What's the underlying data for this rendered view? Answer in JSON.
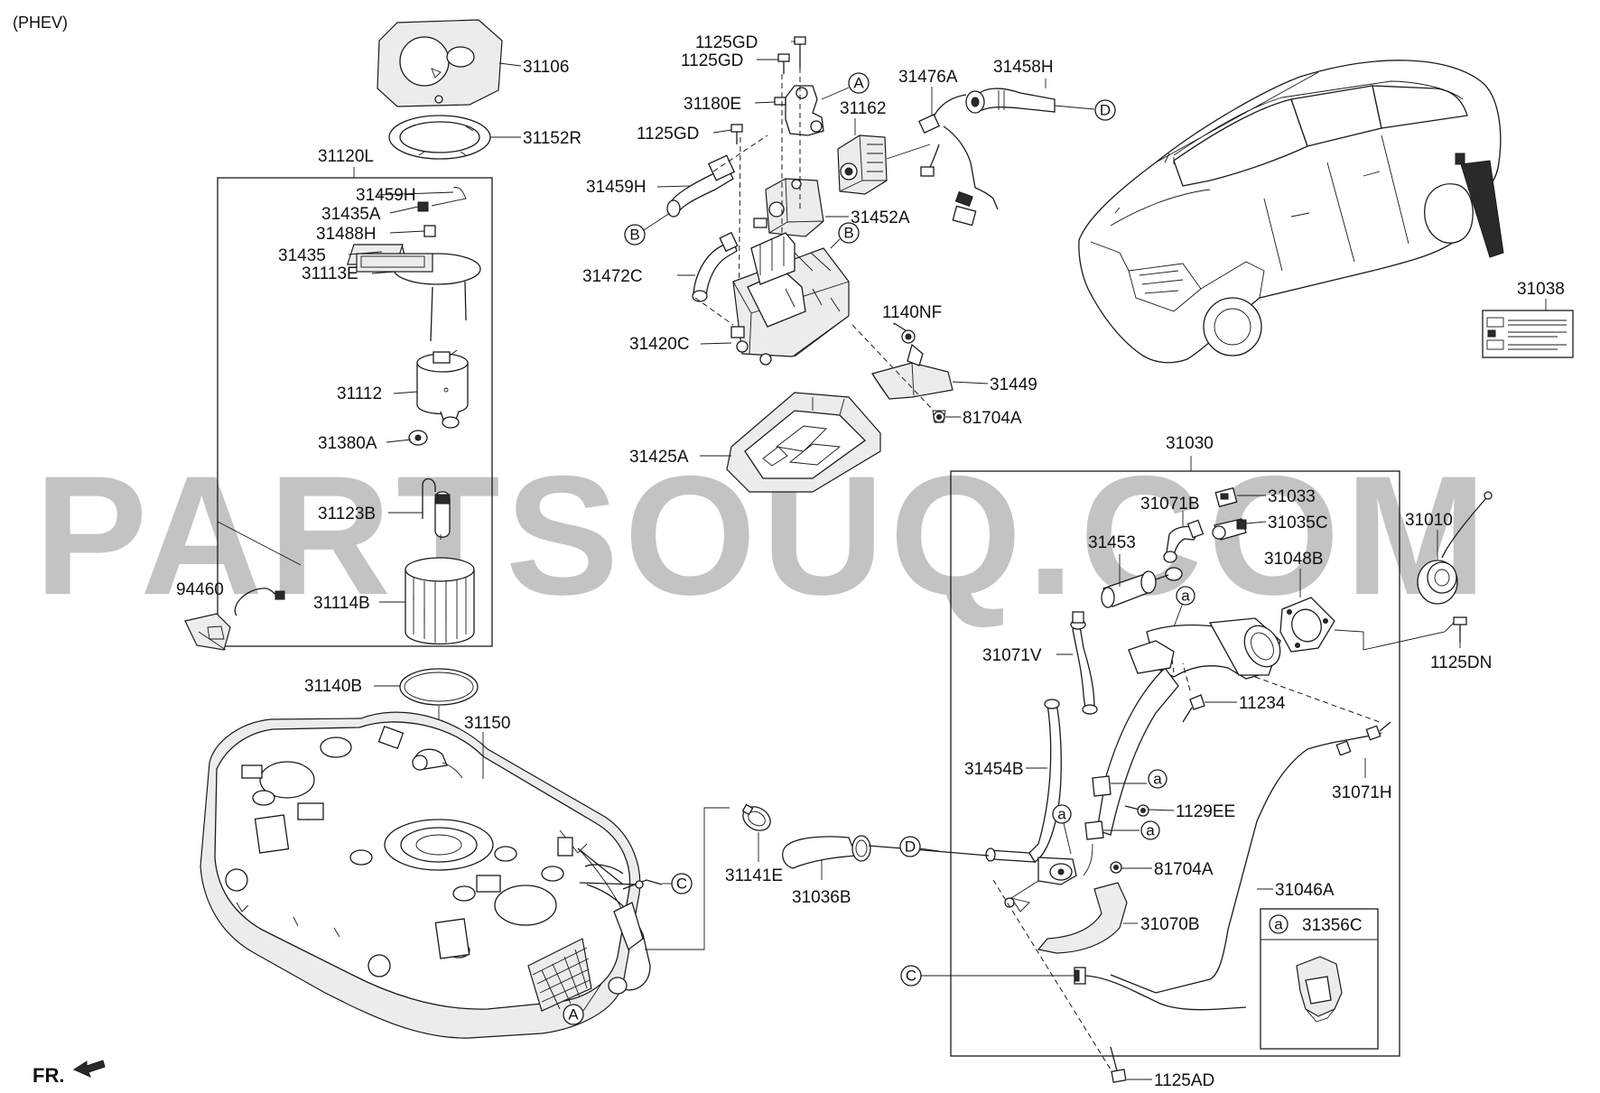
{
  "variant": "(PHEV)",
  "watermark": "PARTSOUQ.COM",
  "direction_label": "FR.",
  "legend": {
    "ref": "a",
    "part": "31356C"
  },
  "labels": {
    "p31106": "31106",
    "p31152R": "31152R",
    "p31120L": "31120L",
    "p31459H_a": "31459H",
    "p31435A": "31435A",
    "p31488H": "31488H",
    "p31435": "31435",
    "p31113E": "31113E",
    "p31112": "31112",
    "p31380A": "31380A",
    "p31123B": "31123B",
    "p31114B": "31114B",
    "p94460": "94460",
    "p31140B": "31140B",
    "p31150": "31150",
    "p1125GD_a": "1125GD",
    "p1125GD_b": "1125GD",
    "p31180E": "31180E",
    "p1125GD_c": "1125GD",
    "p31162": "31162",
    "p31476A": "31476A",
    "p31458H": "31458H",
    "p31459H_b": "31459H",
    "p31452A": "31452A",
    "p31472C": "31472C",
    "p1140NF": "1140NF",
    "p31420C": "31420C",
    "p31449": "31449",
    "p81704A_a": "81704A",
    "p31425A": "31425A",
    "p31038": "31038",
    "p31030": "31030",
    "p31033": "31033",
    "p31071B": "31071B",
    "p31035C": "31035C",
    "p31453": "31453",
    "p31048B": "31048B",
    "p31010": "31010",
    "p31071V": "31071V",
    "p1125DN": "1125DN",
    "p11234": "11234",
    "p31454B": "31454B",
    "p31071H": "31071H",
    "p1129EE": "1129EE",
    "p81704A_b": "81704A",
    "p31046A": "31046A",
    "p31070B": "31070B",
    "p31141E": "31141E",
    "p31036B": "31036B",
    "p1125AD": "1125AD"
  },
  "refs": {
    "A": "A",
    "B": "B",
    "C": "C",
    "D": "D",
    "a": "a"
  }
}
